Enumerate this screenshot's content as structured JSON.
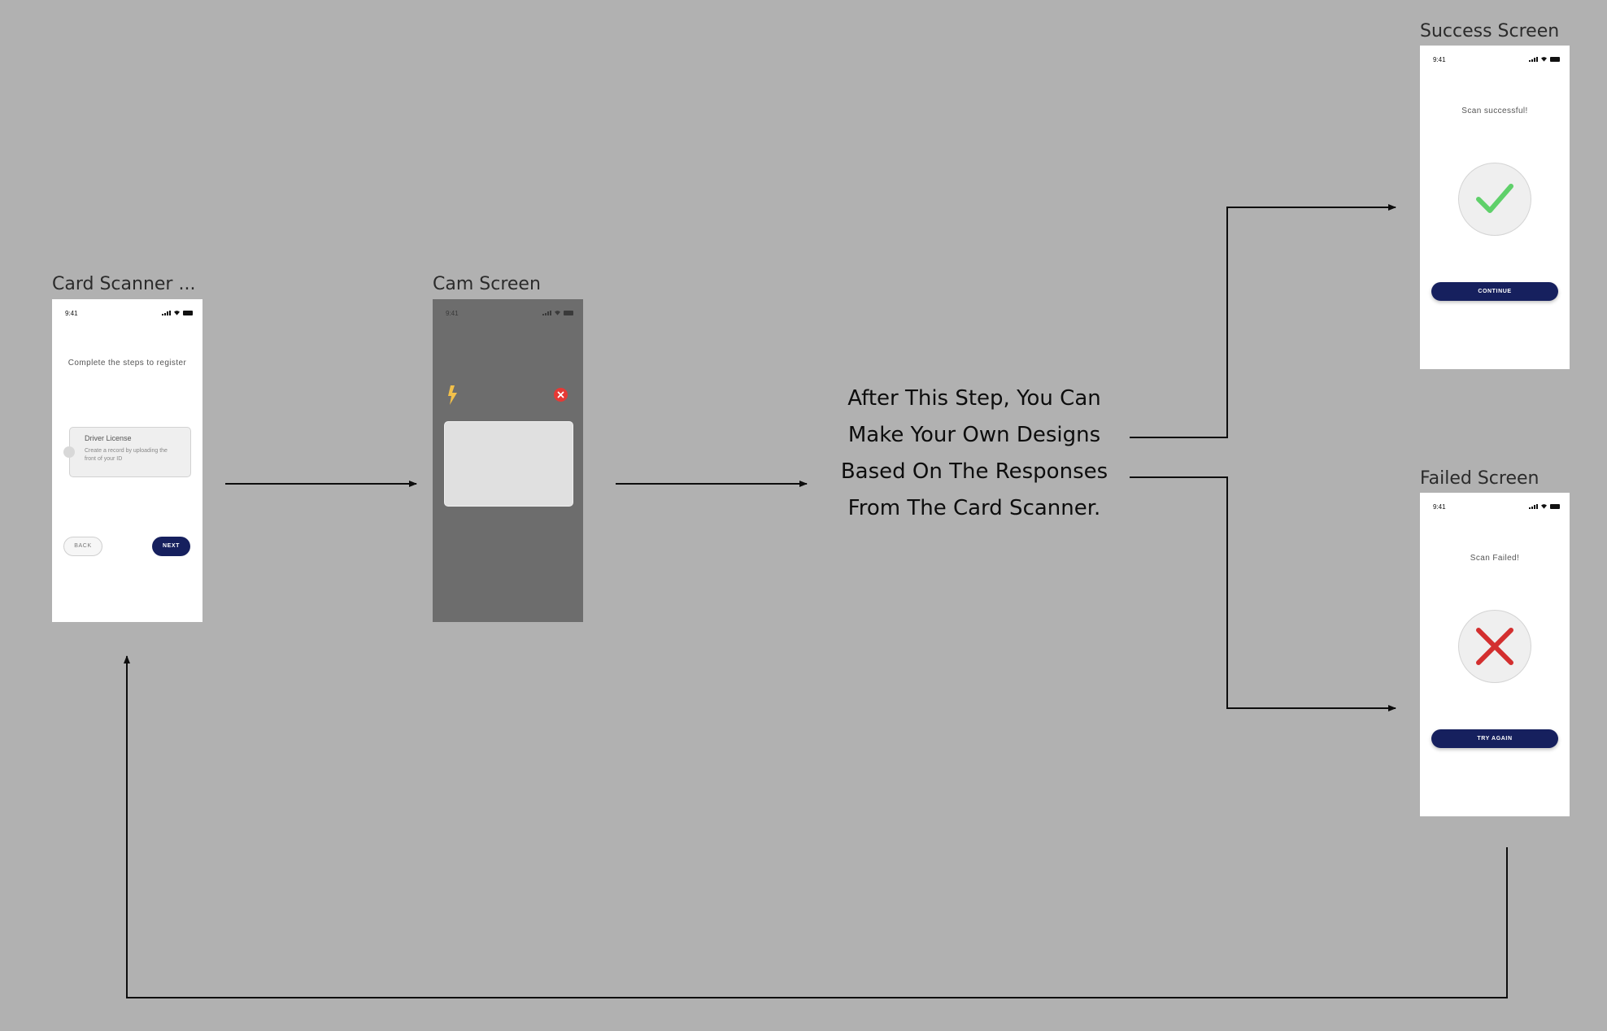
{
  "frames": {
    "card_scanner": {
      "title": "Card Scanner ...",
      "time": "9:41",
      "heading": "Complete the steps to register",
      "option": {
        "title": "Driver License",
        "description": "Create a record by uploading the front of your ID"
      },
      "back_label": "BACK",
      "next_label": "NEXT"
    },
    "cam": {
      "title": "Cam Screen",
      "time": "9:41",
      "icons": {
        "flash": "flash-icon",
        "close": "close-icon"
      }
    },
    "success": {
      "title": "Success Screen",
      "time": "9:41",
      "message": "Scan successful!",
      "button_label": "CONTINUE",
      "icon": "checkmark-icon",
      "icon_color": "#5fd06a"
    },
    "failed": {
      "title": "Failed Screen",
      "time": "9:41",
      "message": "Scan Failed!",
      "button_label": "TRY AGAIN",
      "icon": "cross-icon",
      "icon_color": "#d32f2f"
    }
  },
  "note": {
    "line1": "After This Step, You Can",
    "line2": "Make Your Own Designs",
    "line3": "Based On The Responses",
    "line4": "From The Card Scanner."
  },
  "colors": {
    "canvas": "#b1b1b1",
    "primary_button": "#16205e",
    "cam_background": "#6d6d6d",
    "flash_icon": "#f2c04a",
    "close_icon": "#e53935"
  }
}
